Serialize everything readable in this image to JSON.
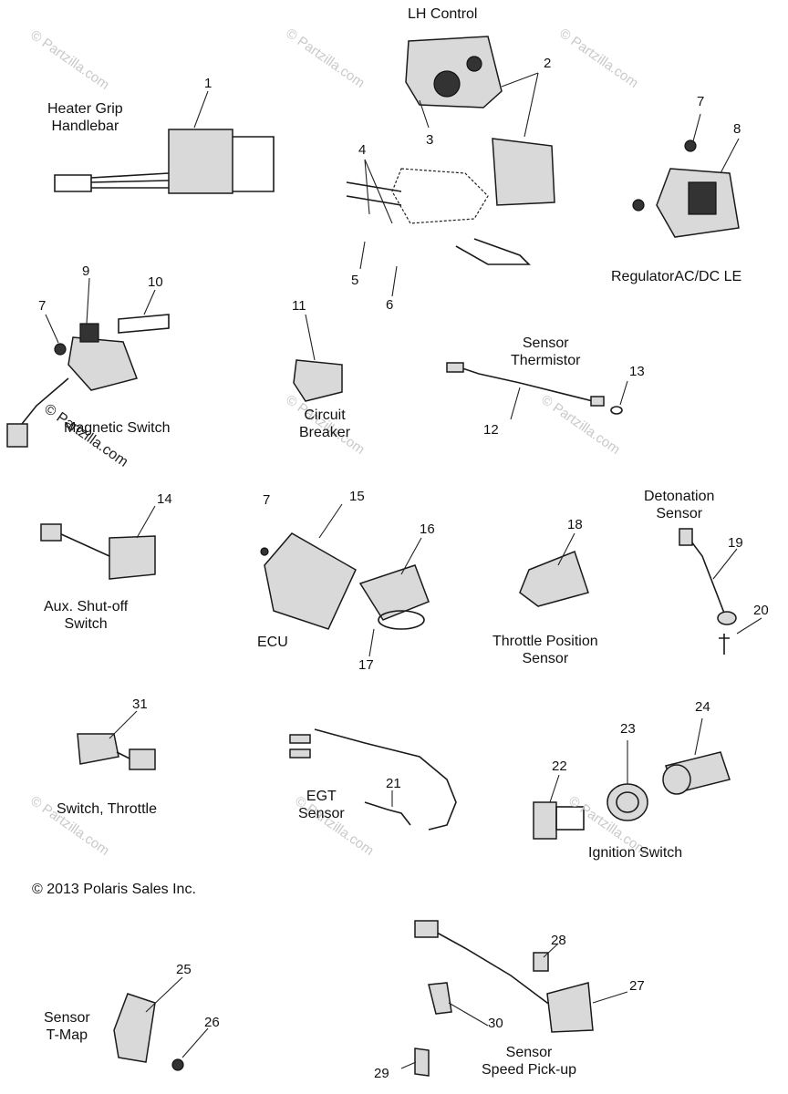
{
  "watermark": "© Partzilla.com",
  "copyright": "© 2013 Polaris Sales Inc.",
  "titles": {
    "lh_control": "LH Control",
    "heater_grip": "Heater Grip\nHandlebar",
    "regulator": "RegulatorAC/DC LE",
    "magnetic_switch": "Magnetic Switch",
    "circuit_breaker": "Circuit\nBreaker",
    "sensor_thermistor": "Sensor\nThermistor",
    "aux_shutoff": "Aux. Shut-off\nSwitch",
    "ecu": "ECU",
    "throttle_position": "Throttle Position\nSensor",
    "detonation": "Detonation\nSensor",
    "switch_throttle": "Switch, Throttle",
    "egt_sensor": "EGT\nSensor",
    "ignition_switch": "Ignition Switch",
    "sensor_tmap": "Sensor\nT-Map",
    "speed_pickup": "Sensor\nSpeed Pick-up"
  },
  "callouts": [
    "1",
    "2",
    "3",
    "4",
    "5",
    "6",
    "7",
    "8",
    "7",
    "9",
    "10",
    "11",
    "12",
    "13",
    "14",
    "7",
    "15",
    "16",
    "17",
    "18",
    "19",
    "20",
    "31",
    "21",
    "22",
    "23",
    "24",
    "25",
    "26",
    "28",
    "27",
    "30",
    "29"
  ]
}
